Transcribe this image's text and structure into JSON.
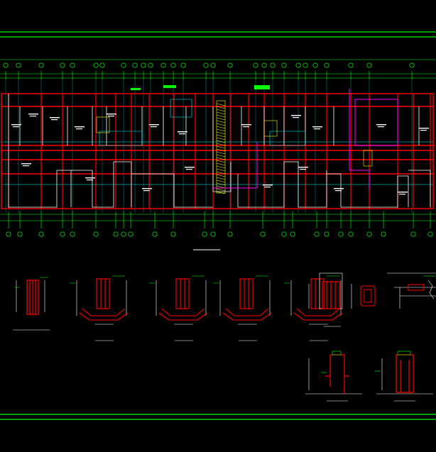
{
  "colors": {
    "background": "#000000",
    "frame": "#00ff00",
    "wall": "#ff0000",
    "grid_line": "#00ffff",
    "dimension": "#00ff00",
    "text": "#ffffff",
    "accent_yellow": "#ffff00",
    "accent_magenta": "#ff00ff"
  },
  "plan": {
    "axis_tags_top": [
      "",
      "",
      "",
      "",
      "",
      "",
      "",
      "",
      "",
      "",
      "",
      "",
      "",
      "",
      "",
      "",
      "",
      "",
      "",
      "",
      "",
      "",
      "",
      "",
      "",
      "",
      "",
      ""
    ],
    "axis_tags_bottom": [
      "",
      "",
      "",
      "",
      "",
      "",
      "",
      "",
      "",
      "",
      "",
      "",
      "",
      "",
      "",
      "",
      "",
      "",
      "",
      "",
      "",
      "",
      "",
      "",
      "",
      ""
    ]
  },
  "details": [
    {
      "id": "detail-1",
      "label": ""
    },
    {
      "id": "detail-2",
      "label": ""
    },
    {
      "id": "detail-3",
      "label": ""
    },
    {
      "id": "detail-4",
      "label": ""
    },
    {
      "id": "detail-5",
      "label": ""
    },
    {
      "id": "detail-6",
      "label": ""
    },
    {
      "id": "detail-7",
      "label": ""
    },
    {
      "id": "detail-8",
      "label": ""
    }
  ]
}
